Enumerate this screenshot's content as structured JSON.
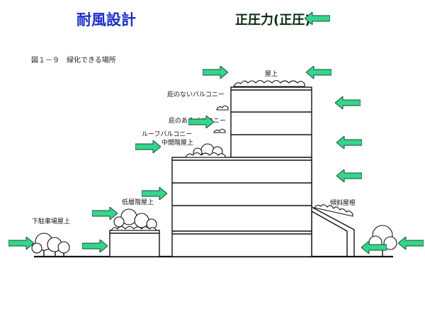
{
  "slide": {
    "title": "耐風設計",
    "pressure_label": "正圧力(正圧)"
  },
  "figure": {
    "caption": "図１－９　緑化できる場所",
    "labels": {
      "roof": "屋上",
      "balcony_no_eaves": "庇のないバルコニー",
      "balcony_with_eaves": "庇のあるバルコニー",
      "roof_balcony": "ルーフバルコニー",
      "mid_roof": "中間階屋上",
      "low_roof": "低層階屋上",
      "parking_roof": "下駐車場屋上",
      "sloped_roof": "傾斜屋根"
    }
  },
  "colors": {
    "title": "#1b2fc9",
    "arrow_fill": "#33d58c",
    "arrow_stroke": "#1a4a34"
  },
  "icons": {
    "wind_arrow": "left-right-block-arrow"
  }
}
